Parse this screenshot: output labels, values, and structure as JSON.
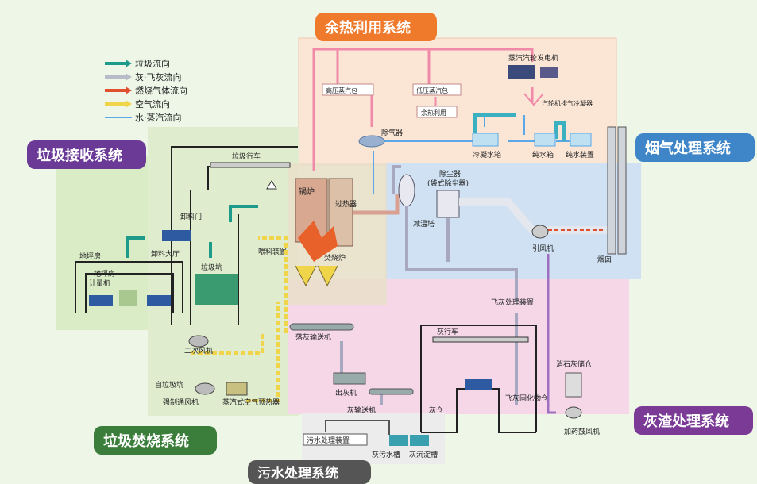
{
  "systems": {
    "waste_heat": "余热利用系统",
    "waste_receiving": "垃圾接收系统",
    "flue_gas": "烟气处理系统",
    "incineration": "垃圾焚烧系统",
    "ash_slag": "灰渣处理系统",
    "wastewater": "污水处理系统"
  },
  "legend": [
    {
      "label": "垃圾流向",
      "color": "#1e9a8a"
    },
    {
      "label": "灰·飞灰流向",
      "color": "#b8bcc8"
    },
    {
      "label": "燃烧气体流向",
      "color": "#e0502e"
    },
    {
      "label": "空气流向",
      "color": "#f0d44a"
    },
    {
      "label": "水·蒸汽流向",
      "color": "#5aa8e8"
    }
  ],
  "labels": {
    "hp_steam": "高压蒸汽包",
    "lp_steam": "低压蒸汽包",
    "steam_turbine": "蒸汽汽轮发电机",
    "turbine_condenser": "汽轮机排气冷凝器",
    "residual_heat": "余热利用",
    "deaerator": "除气器",
    "cond_tank": "冷凝水箱",
    "pure_tank": "纯水箱",
    "pure_device": "纯水装置",
    "crane": "垃圾行车",
    "unload_door": "卸料门",
    "unload_hall": "卸料大厅",
    "pit": "垃圾坑",
    "weigh_house": "地坪房",
    "weigh_house2": "地坪房",
    "weigher": "计量机",
    "boiler": "锅炉",
    "superheater": "过热器",
    "feeder": "喂料装置",
    "incinerator": "焚烧炉",
    "dust_collector": "除尘器",
    "dust_collector2": "(袋式除尘器)",
    "cooling_tower": "减温塔",
    "id_fan": "引风机",
    "chimney": "烟囱",
    "secondary_fan": "二次风机",
    "from_pit": "自垃圾坑",
    "forced_fan": "强制通风机",
    "air_preheater": "蒸汽式空气预热器",
    "fly_ash_device": "飞灰处理装置",
    "slag_conveyor": "落灰输送机",
    "ash_crane": "灰行车",
    "ash_out": "出灰机",
    "ash_conveyor": "灰输送机",
    "ash_pit": "灰仓",
    "fly_ash_cure": "飞灰固化物仓",
    "lime_silo": "消石灰储仓",
    "dosing_fan": "加药鼓风机",
    "water_treat": "污水处理装置",
    "ash_water_tank": "灰污水槽",
    "ash_settle_tank": "灰沉淀槽"
  },
  "colors": {
    "heat_zone": "#fbe3d2",
    "receive_zone": "#d7ebc4",
    "flue_zone": "#c9def3",
    "ash_zone": "#f4d3e6",
    "incin_zone": "#e2edd0",
    "tag_orange": "#f07a2c",
    "tag_purple": "#6a3a96",
    "tag_blue": "#3f86c8",
    "tag_green": "#3b7d3a",
    "tag_violet": "#7a3a96",
    "tag_gray": "#555555"
  }
}
